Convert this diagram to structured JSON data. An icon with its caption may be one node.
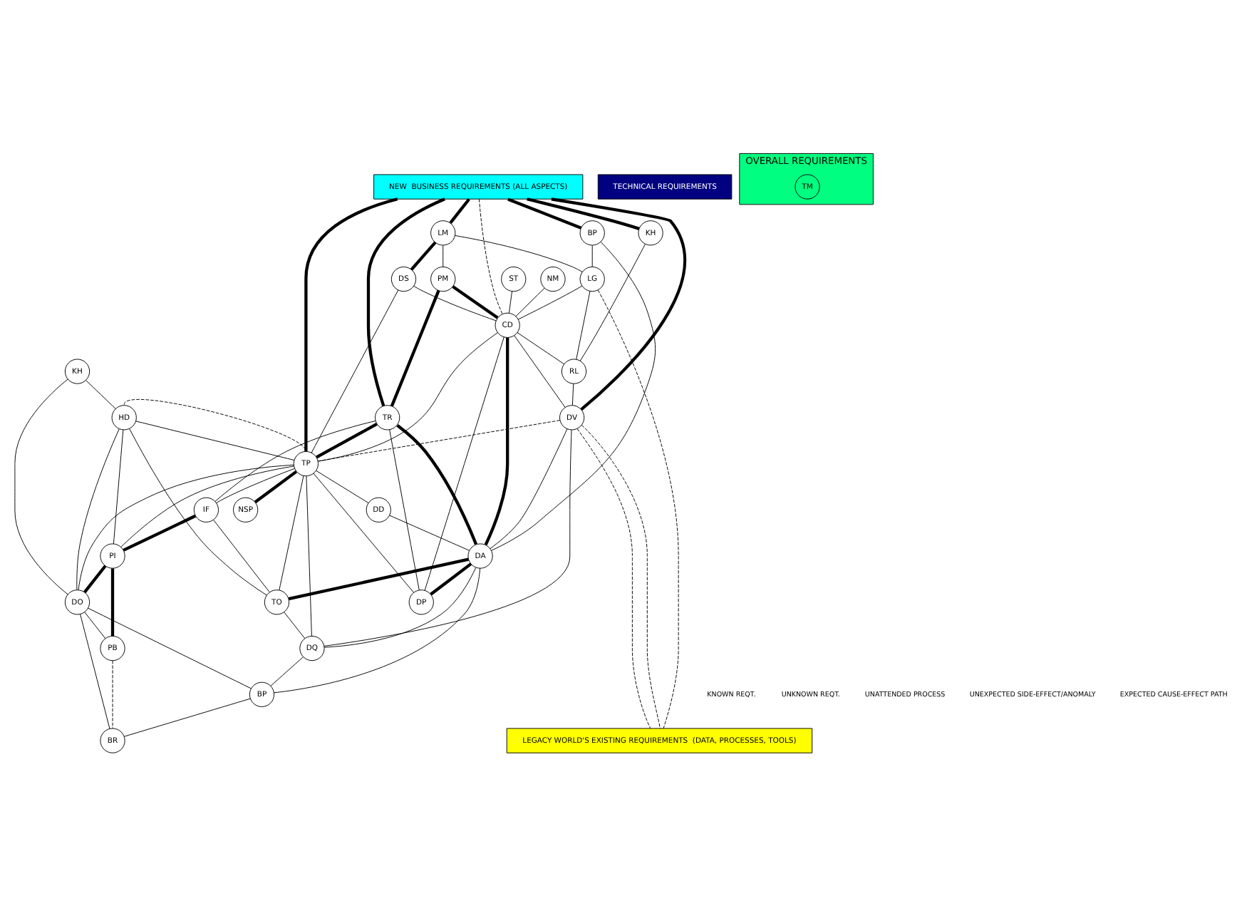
{
  "diagram": {
    "nodes": [
      {
        "text": [
          "NEW  BUSINESS REQUIREMENTS (ALL ASPECTS)"
        ]
      },
      {
        "text": [
          "TECHNICAL REQUIREMENTS"
        ]
      },
      {
        "text": [
          "OVERALL REQUIREMENTS"
        ]
      },
      {
        "text": [
          "LEGACY WORLD'S EXISTING REQUIREMENTS  (DATA, PROCESSES, TOOLS)"
        ]
      },
      {
        "text": [
          "BP"
        ]
      },
      {
        "text": [
          "LM"
        ]
      },
      {
        "text": [
          "DS"
        ]
      },
      {
        "text": [
          "KH"
        ]
      },
      {
        "text": [
          "HD"
        ]
      },
      {
        "text": [
          "PM"
        ]
      },
      {
        "text": [
          "TR"
        ]
      },
      {
        "text": [
          "TP"
        ]
      },
      {
        "text": [
          "NSP"
        ]
      },
      {
        "text": [
          "LG"
        ]
      },
      {
        "text": [
          "DD"
        ]
      },
      {
        "text": [
          "IF"
        ]
      },
      {
        "text": [
          "PI"
        ]
      },
      {
        "text": [
          "DO"
        ]
      },
      {
        "text": [
          "ST"
        ]
      },
      {
        "text": [
          "NM"
        ]
      },
      {
        "text": [
          "TM"
        ],
        "in": 2
      },
      {
        "text": [
          "CD"
        ]
      },
      {
        "text": [
          "DA"
        ]
      },
      {
        "text": [
          "TO"
        ]
      },
      {
        "text": [
          "KH"
        ]
      },
      {
        "text": [
          "RL"
        ]
      },
      {
        "text": [
          "PB"
        ]
      },
      {
        "text": [
          "DV"
        ]
      },
      {
        "text": [
          "DQ"
        ]
      },
      {
        "text": [
          "DP"
        ]
      },
      {
        "text": [
          "BP"
        ]
      },
      {
        "text": [
          "BR"
        ]
      }
    ],
    "edges": [
      {
        "from": 0,
        "to": 4,
        "arrow": "none",
        "style": "thick"
      },
      {
        "from": 0,
        "to": 5,
        "arrow": "none",
        "style": "thick"
      },
      {
        "from": 0,
        "to": 10,
        "arrow": "none",
        "style": "thick"
      },
      {
        "from": 0,
        "to": 11,
        "arrow": "none",
        "style": "thick"
      },
      {
        "from": 4,
        "to": 13,
        "arrow": "none"
      },
      {
        "from": 4,
        "to": 22,
        "arrow": "none"
      },
      {
        "from": 5,
        "to": 6,
        "arrow": "none",
        "style": "thick"
      },
      {
        "from": 5,
        "to": 13,
        "arrow": "none"
      },
      {
        "from": 5,
        "to": 9,
        "arrow": "none"
      },
      {
        "from": 6,
        "to": 11,
        "arrow": "none"
      },
      {
        "from": 6,
        "to": 21,
        "arrow": "none"
      },
      {
        "from": 7,
        "to": 8,
        "arrow": "none"
      },
      {
        "from": 7,
        "to": 17,
        "arrow": "none"
      },
      {
        "from": 8,
        "to": 11,
        "arrow": "none"
      },
      {
        "from": 8,
        "to": 11,
        "arrow": "none",
        "style": "dashed"
      },
      {
        "from": 8,
        "to": 23,
        "arrow": "none"
      },
      {
        "from": 8,
        "to": 16,
        "arrow": "none"
      },
      {
        "from": 8,
        "to": 17,
        "arrow": "none"
      },
      {
        "from": 9,
        "to": 10,
        "arrow": "none",
        "style": "thick"
      },
      {
        "from": 9,
        "to": 21,
        "arrow": "none",
        "style": "thick"
      },
      {
        "from": 10,
        "to": 11,
        "arrow": "none",
        "style": "thick"
      },
      {
        "from": 10,
        "to": 22,
        "arrow": "none",
        "style": "thick"
      },
      {
        "from": 10,
        "to": 15,
        "arrow": "none"
      },
      {
        "from": 10,
        "to": 29,
        "arrow": "none"
      },
      {
        "from": 11,
        "to": 12,
        "arrow": "none",
        "style": "thick"
      },
      {
        "from": 11,
        "to": 14,
        "arrow": "none"
      },
      {
        "from": 11,
        "to": 15,
        "arrow": "none"
      },
      {
        "from": 11,
        "to": 16,
        "arrow": "none"
      },
      {
        "from": 11,
        "to": 17,
        "arrow": "none"
      },
      {
        "from": 11,
        "to": 23,
        "arrow": "none"
      },
      {
        "from": 11,
        "to": 28,
        "arrow": "none"
      },
      {
        "from": 11,
        "to": 29,
        "arrow": "none"
      },
      {
        "from": 21,
        "to": 11,
        "arrow": "none"
      },
      {
        "from": 13,
        "to": 21,
        "arrow": "none"
      },
      {
        "from": 13,
        "to": 25,
        "arrow": "none"
      },
      {
        "from": 13,
        "to": 3,
        "arrow": "none",
        "style": "dashed"
      },
      {
        "from": 14,
        "to": 22,
        "arrow": "none"
      },
      {
        "from": 15,
        "to": 16,
        "arrow": "none",
        "style": "thick"
      },
      {
        "from": 15,
        "to": 23,
        "arrow": "none"
      },
      {
        "from": 16,
        "to": 17,
        "arrow": "none",
        "style": "thick"
      },
      {
        "from": 16,
        "to": 26,
        "arrow": "none",
        "style": "thick"
      },
      {
        "from": 17,
        "to": 26,
        "arrow": "none"
      },
      {
        "from": 17,
        "to": 30,
        "arrow": "none"
      },
      {
        "from": 17,
        "to": 31,
        "arrow": "none"
      },
      {
        "from": 18,
        "to": 21,
        "arrow": "none"
      },
      {
        "from": 19,
        "to": 21,
        "arrow": "none"
      },
      {
        "from": 0,
        "to": 21,
        "arrow": "none",
        "style": "dashed"
      },
      {
        "from": 21,
        "to": 22,
        "arrow": "none",
        "style": "thick"
      },
      {
        "from": 21,
        "to": 25,
        "arrow": "none"
      },
      {
        "from": 21,
        "to": 29,
        "arrow": "none"
      },
      {
        "from": 22,
        "to": 23,
        "arrow": "none",
        "style": "thick"
      },
      {
        "from": 22,
        "to": 29,
        "arrow": "none",
        "style": "thick"
      },
      {
        "from": 22,
        "to": 28,
        "arrow": "none"
      },
      {
        "from": 22,
        "to": 30,
        "arrow": "none"
      },
      {
        "from": 23,
        "to": 28,
        "arrow": "none"
      },
      {
        "from": 0,
        "to": 24,
        "arrow": "none",
        "style": "thick"
      },
      {
        "from": 24,
        "to": 25,
        "arrow": "none"
      },
      {
        "from": 25,
        "to": 27,
        "arrow": "none"
      },
      {
        "from": 26,
        "to": 31,
        "arrow": "none",
        "style": "dashed"
      },
      {
        "from": 0,
        "to": 27,
        "arrow": "none",
        "style": "thick"
      },
      {
        "from": 27,
        "to": 21,
        "arrow": "none"
      },
      {
        "from": 27,
        "to": 22,
        "arrow": "none"
      },
      {
        "from": 27,
        "to": 28,
        "arrow": "none"
      },
      {
        "from": 27,
        "to": 11,
        "arrow": "none",
        "style": "dashed"
      },
      {
        "from": 27,
        "to": 3,
        "arrow": "none",
        "style": "dashed"
      },
      {
        "from": 27,
        "to": 3,
        "arrow": "none",
        "style": "dashed"
      },
      {
        "from": 28,
        "to": 30,
        "arrow": "none"
      },
      {
        "from": 30,
        "to": 31,
        "arrow": "none"
      }
    ],
    "legend": [
      {
        "text": "KNOWN REQT."
      },
      {
        "text": "UNKNOWN REQT."
      },
      {
        "text": "UNATTENDED PROCESS"
      },
      {
        "text": "UNEXPECTED SIDE-EFFECT/ANOMALY"
      },
      {
        "text": "EXPECTED CAUSE-EFFECT PATH"
      }
    ]
  }
}
